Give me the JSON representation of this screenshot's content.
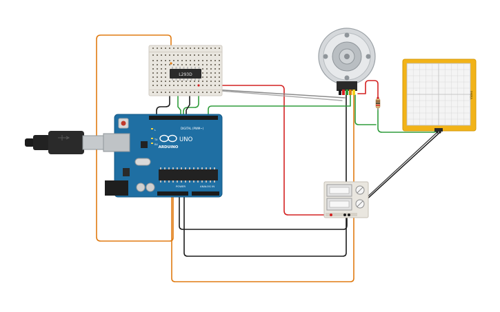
{
  "circuit": {
    "driver_chip_label": "L293D",
    "arduino": {
      "logo_text": "ARDUINO",
      "model_text": "UNO",
      "digital_header_label": "DIGITAL (PWM~)",
      "power_label": "POWER",
      "analog_label": "ANALOG IN",
      "led_labels": [
        "TX",
        "RX"
      ],
      "l_label": "L"
    },
    "oscilloscope_label": "Video",
    "colors": {
      "board": "#1f6fa3",
      "breadboard": "#e9e6df",
      "wire_orange": "#e07a10",
      "wire_red": "#d42020",
      "wire_green": "#2e9c3a",
      "wire_black": "#1a1a1a",
      "wire_gray": "#8a8a8a",
      "scope_frame": "#f2b318"
    }
  }
}
